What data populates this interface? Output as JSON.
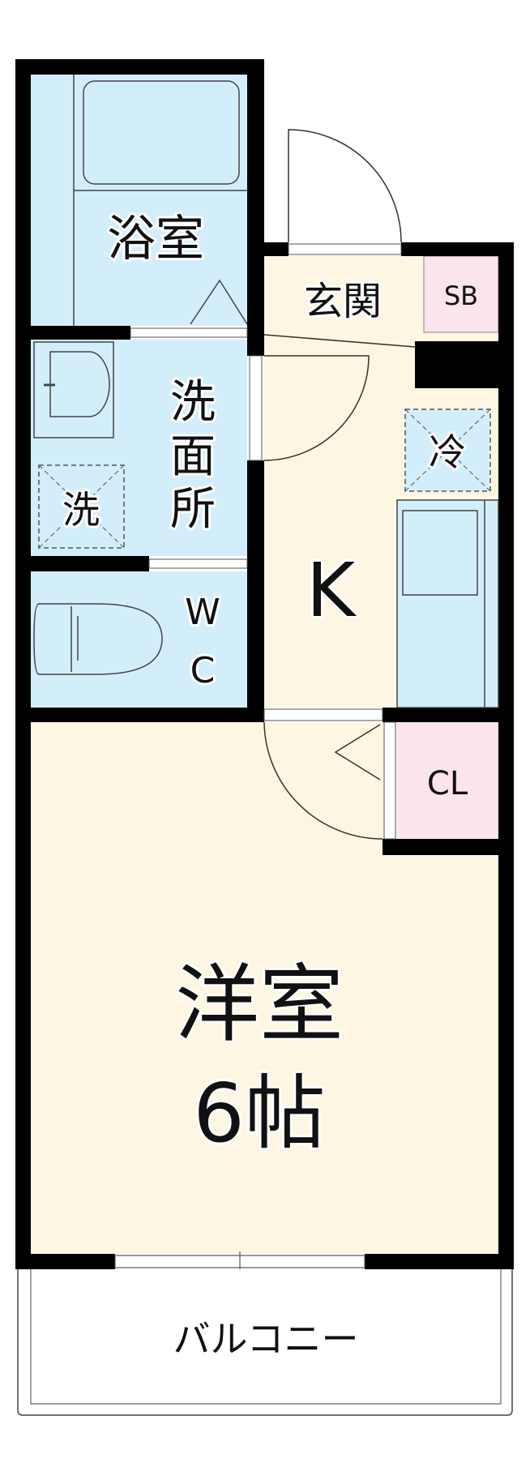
{
  "colors": {
    "wet": "#d3eefb",
    "living": "#fdf6e2",
    "storage": "#fbe4ee",
    "wall": "#000000"
  },
  "rooms": {
    "bath": "浴室",
    "entrance": "玄関",
    "shoe_box": "SB",
    "washroom": [
      "洗",
      "面",
      "所"
    ],
    "washer": "洗",
    "fridge": "冷",
    "kitchen": "K",
    "wc": [
      "W",
      "C"
    ],
    "closet": "CL",
    "western_room": "洋室",
    "western_room_size": "6帖",
    "balcony": "バルコニー"
  }
}
